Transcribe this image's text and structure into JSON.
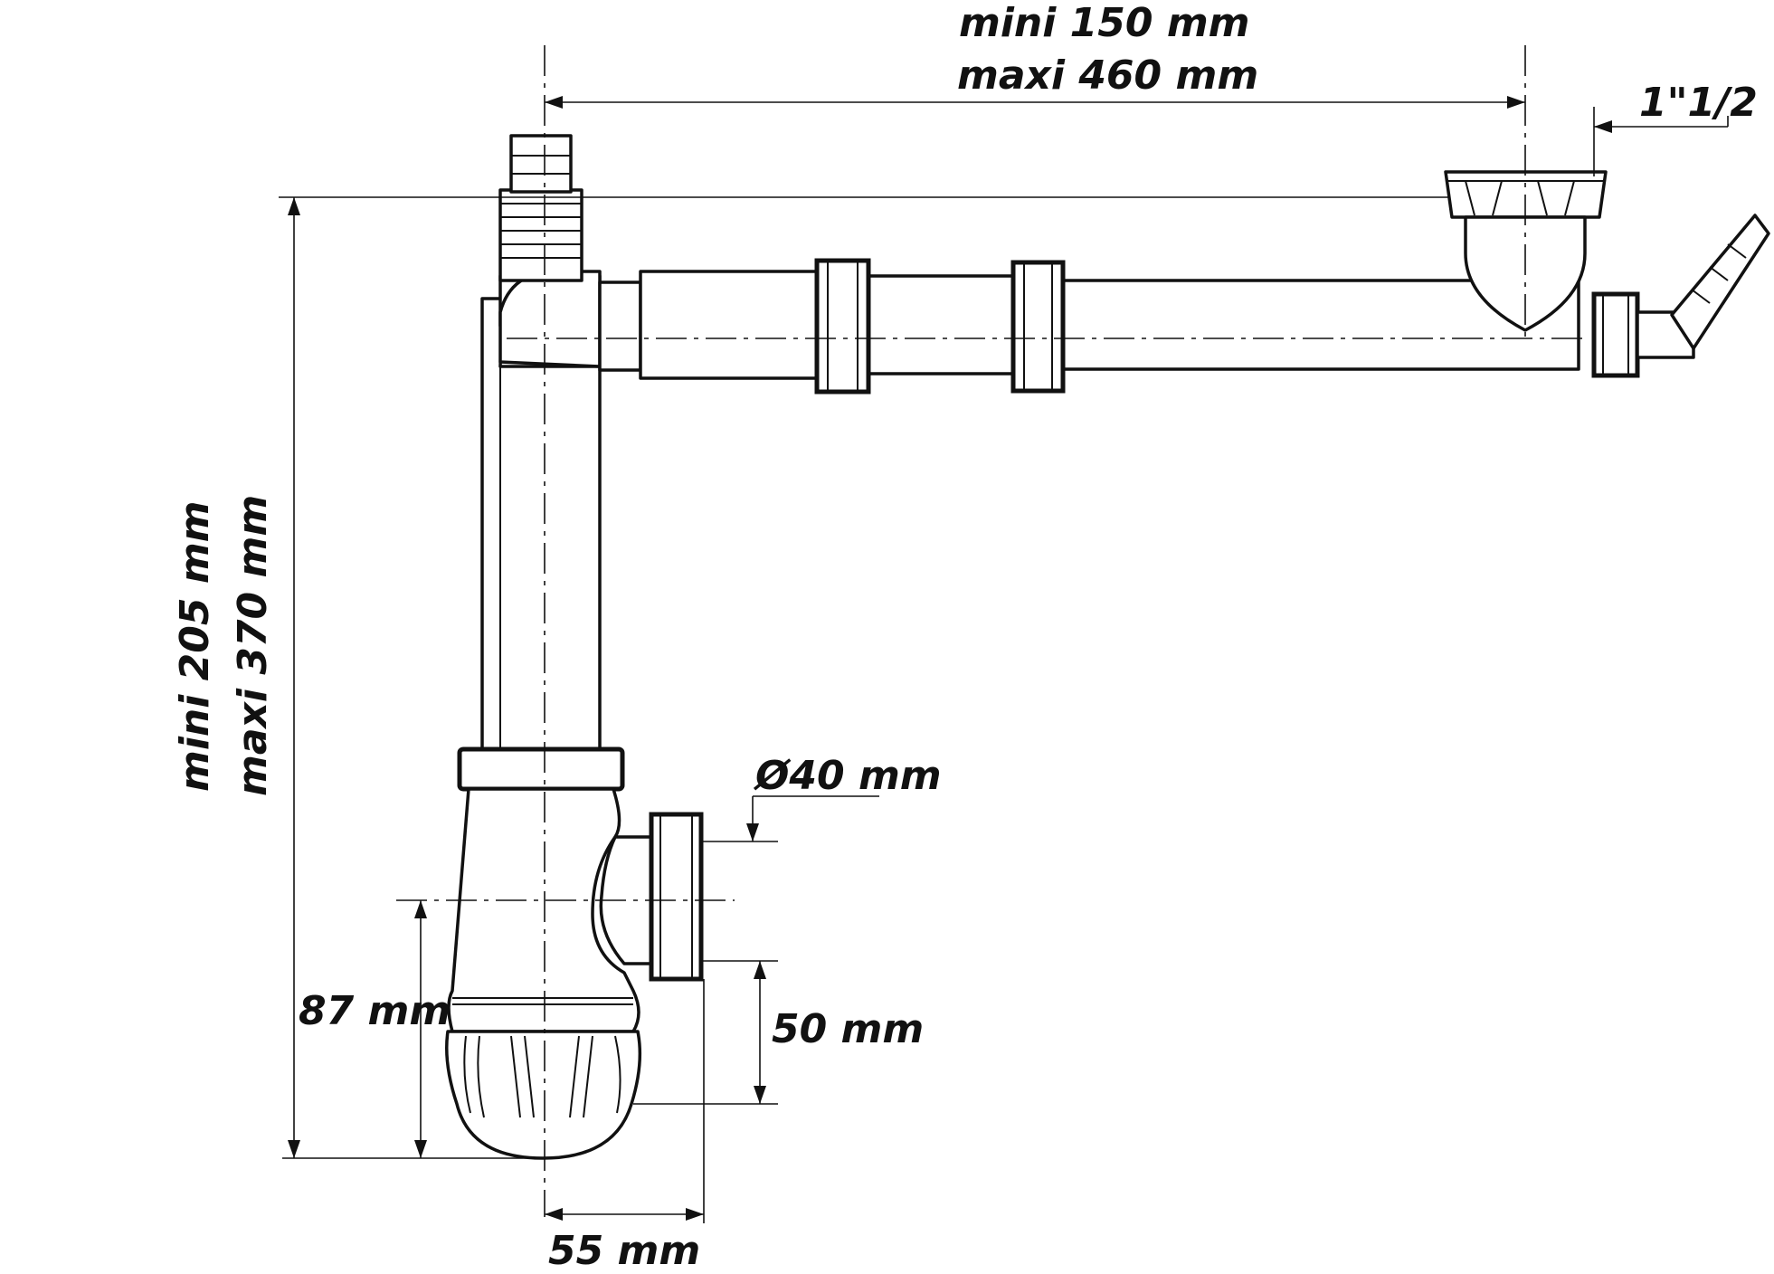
{
  "colors": {
    "ink": "#111111",
    "background": "#ffffff"
  },
  "dimensions": {
    "horizontal_length": {
      "min": "mini 150 mm",
      "max": "maxi 460 mm"
    },
    "vertical_height": {
      "min": "mini 205 mm",
      "max": "maxi 370 mm"
    },
    "inlet_thread": "1\"1/2",
    "outlet_diameter": "Ø40 mm",
    "trap_center_height": "87 mm",
    "outlet_drop": "50 mm",
    "outlet_offset": "55 mm"
  }
}
